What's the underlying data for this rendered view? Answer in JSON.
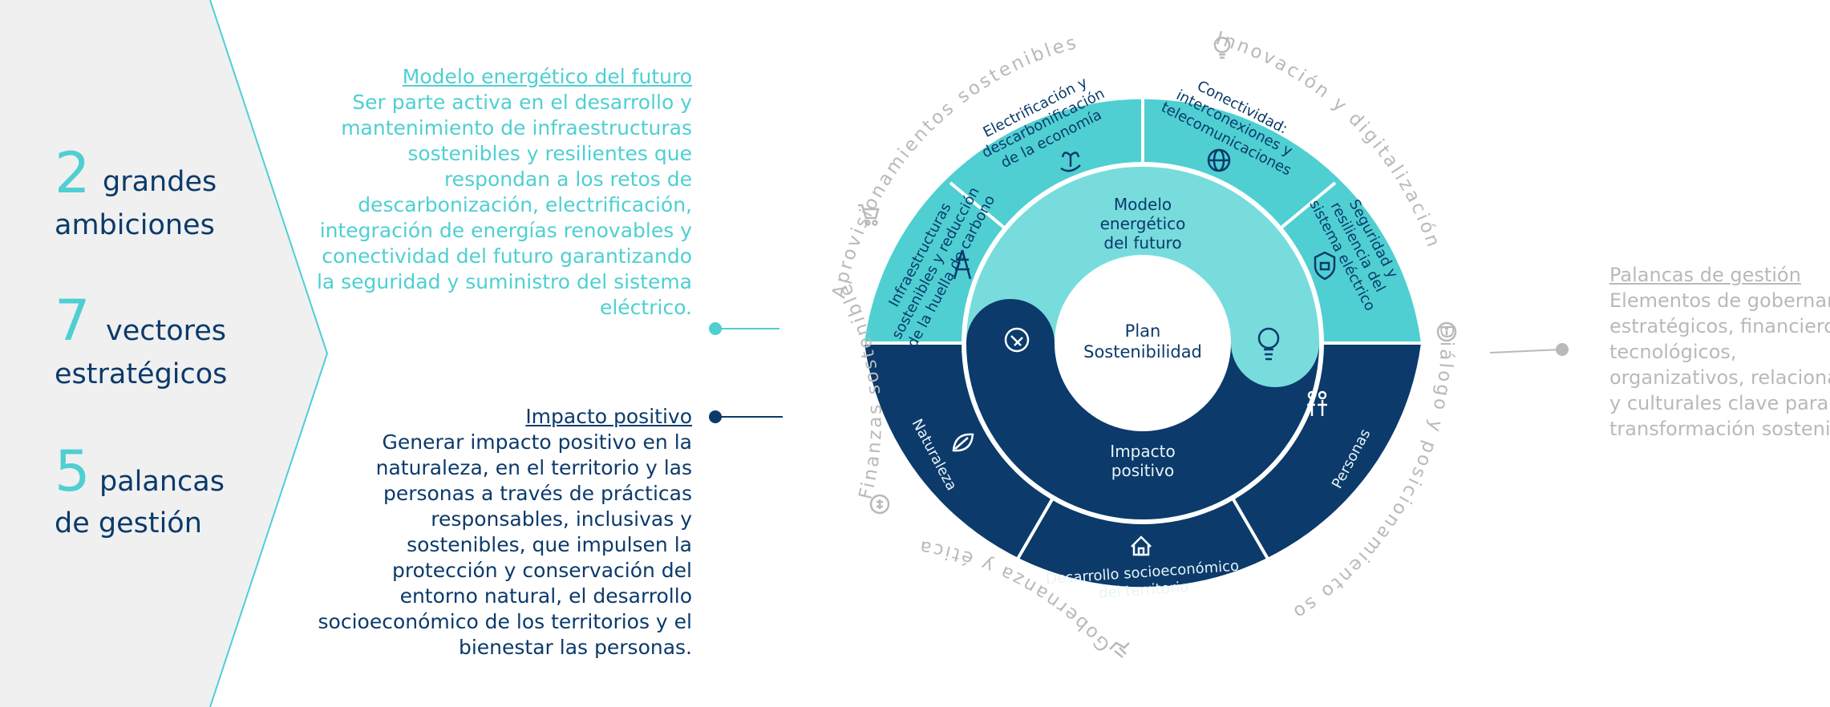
{
  "colors": {
    "teal": "#4fcfd2",
    "teal_light": "#78dcdd",
    "navy": "#0b3a6b",
    "grey": "#b9b9b9",
    "panel": "#f0f0f0"
  },
  "stats": [
    {
      "num": "2",
      "word1": "grandes",
      "word2": "ambiciones"
    },
    {
      "num": "7",
      "word1": "vectores",
      "word2": "estratégicos"
    },
    {
      "num": "5",
      "word1": "palancas",
      "word2": "de gestión"
    }
  ],
  "ambitions": {
    "future": {
      "title": "Modelo energético del futuro",
      "body": "Ser parte activa en el desarrollo y mantenimiento de infraestructuras sostenibles y resilientes que respondan a los retos de descarbonización, electrificación, integración de energías renovables y conectividad del futuro garantizando la seguridad y suministro del sistema eléctrico."
    },
    "impact": {
      "title": "Impacto positivo",
      "body": "Generar impacto positivo en la naturaleza, en el territorio y las personas a través de prácticas responsables, inclusivas y sostenibles, que impulsen la protección y conservación del entorno natural, el desarrollo socioeconómico de los territorios y el bienestar las personas."
    }
  },
  "palancas": {
    "title": "Palancas de gestión",
    "lines": [
      "Elementos de gobernanza,",
      "estratégicos, financieros,",
      "tecnológicos,",
      "organizativos, relacionales",
      "y culturales clave para la",
      "transformación sostenible"
    ]
  },
  "wheel": {
    "center": [
      "Plan",
      "Sostenibilidad"
    ],
    "ambition_top": [
      "Modelo",
      "energético",
      "del futuro"
    ],
    "ambition_bottom": [
      "Impacto",
      "positivo"
    ],
    "vectors": [
      {
        "name": "infra",
        "lines": [
          "Infraestructuras",
          "sostenibles y reducción",
          "de la huella de carbono"
        ],
        "icon": "power-tower-leaf-icon"
      },
      {
        "name": "electrificacion",
        "lines": [
          "Electrificación y",
          "descarbonificación",
          "de la economía"
        ],
        "icon": "hand-plant-icon"
      },
      {
        "name": "conectividad",
        "lines": [
          "Conectividad:",
          "interconexiones y",
          "telecomunicaciones"
        ],
        "icon": "globe-icon"
      },
      {
        "name": "seguridad",
        "lines": [
          "Seguridad y",
          "resiliencia del",
          "sistema eléctrico"
        ],
        "icon": "shield-lock-icon"
      },
      {
        "name": "personas",
        "lines": [
          "Personas"
        ],
        "icon": "people-icon"
      },
      {
        "name": "desarrollo",
        "lines": [
          "Desarrollo socioeconómico",
          "del territorio"
        ],
        "icon": "house-icon"
      },
      {
        "name": "naturaleza",
        "lines": [
          "Naturaleza"
        ],
        "icon": "leaf-icon"
      }
    ],
    "outer_labels": [
      {
        "name": "aprovisionamientos",
        "text": "Aprovisionamientos sostenibles",
        "icon": "cart-icon"
      },
      {
        "name": "innovacion",
        "text": "Innovación y digitalización",
        "icon": "lightbulb-icon"
      },
      {
        "name": "dialogo",
        "text": "Diálogo y posicionamiento sostenible",
        "icon": "chat-icon"
      },
      {
        "name": "gobernanza",
        "text": "Gobernanza y ética",
        "icon": "handshake-icon"
      },
      {
        "name": "finanzas",
        "text": "Finanzas sostenibles",
        "icon": "coin-icon"
      }
    ]
  }
}
